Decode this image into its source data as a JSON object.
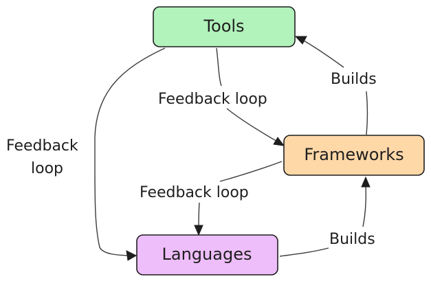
{
  "nodes": {
    "tools": {
      "label": "Tools",
      "fill": "#b2f2bb"
    },
    "frameworks": {
      "label": "Frameworks",
      "fill": "#ffd8a8"
    },
    "languages": {
      "label": "Languages",
      "fill": "#eebefa"
    }
  },
  "edges": {
    "tools_to_frameworks": {
      "label": "Feedback loop"
    },
    "tools_to_languages": {
      "label_line1": "Feedback",
      "label_line2": "loop"
    },
    "frameworks_to_languages": {
      "label": "Feedback loop"
    },
    "frameworks_to_tools": {
      "label": "Builds"
    },
    "languages_to_frameworks": {
      "label": "Builds"
    }
  },
  "colors": {
    "stroke": "#1e1e1e",
    "background": "#ffffff"
  }
}
